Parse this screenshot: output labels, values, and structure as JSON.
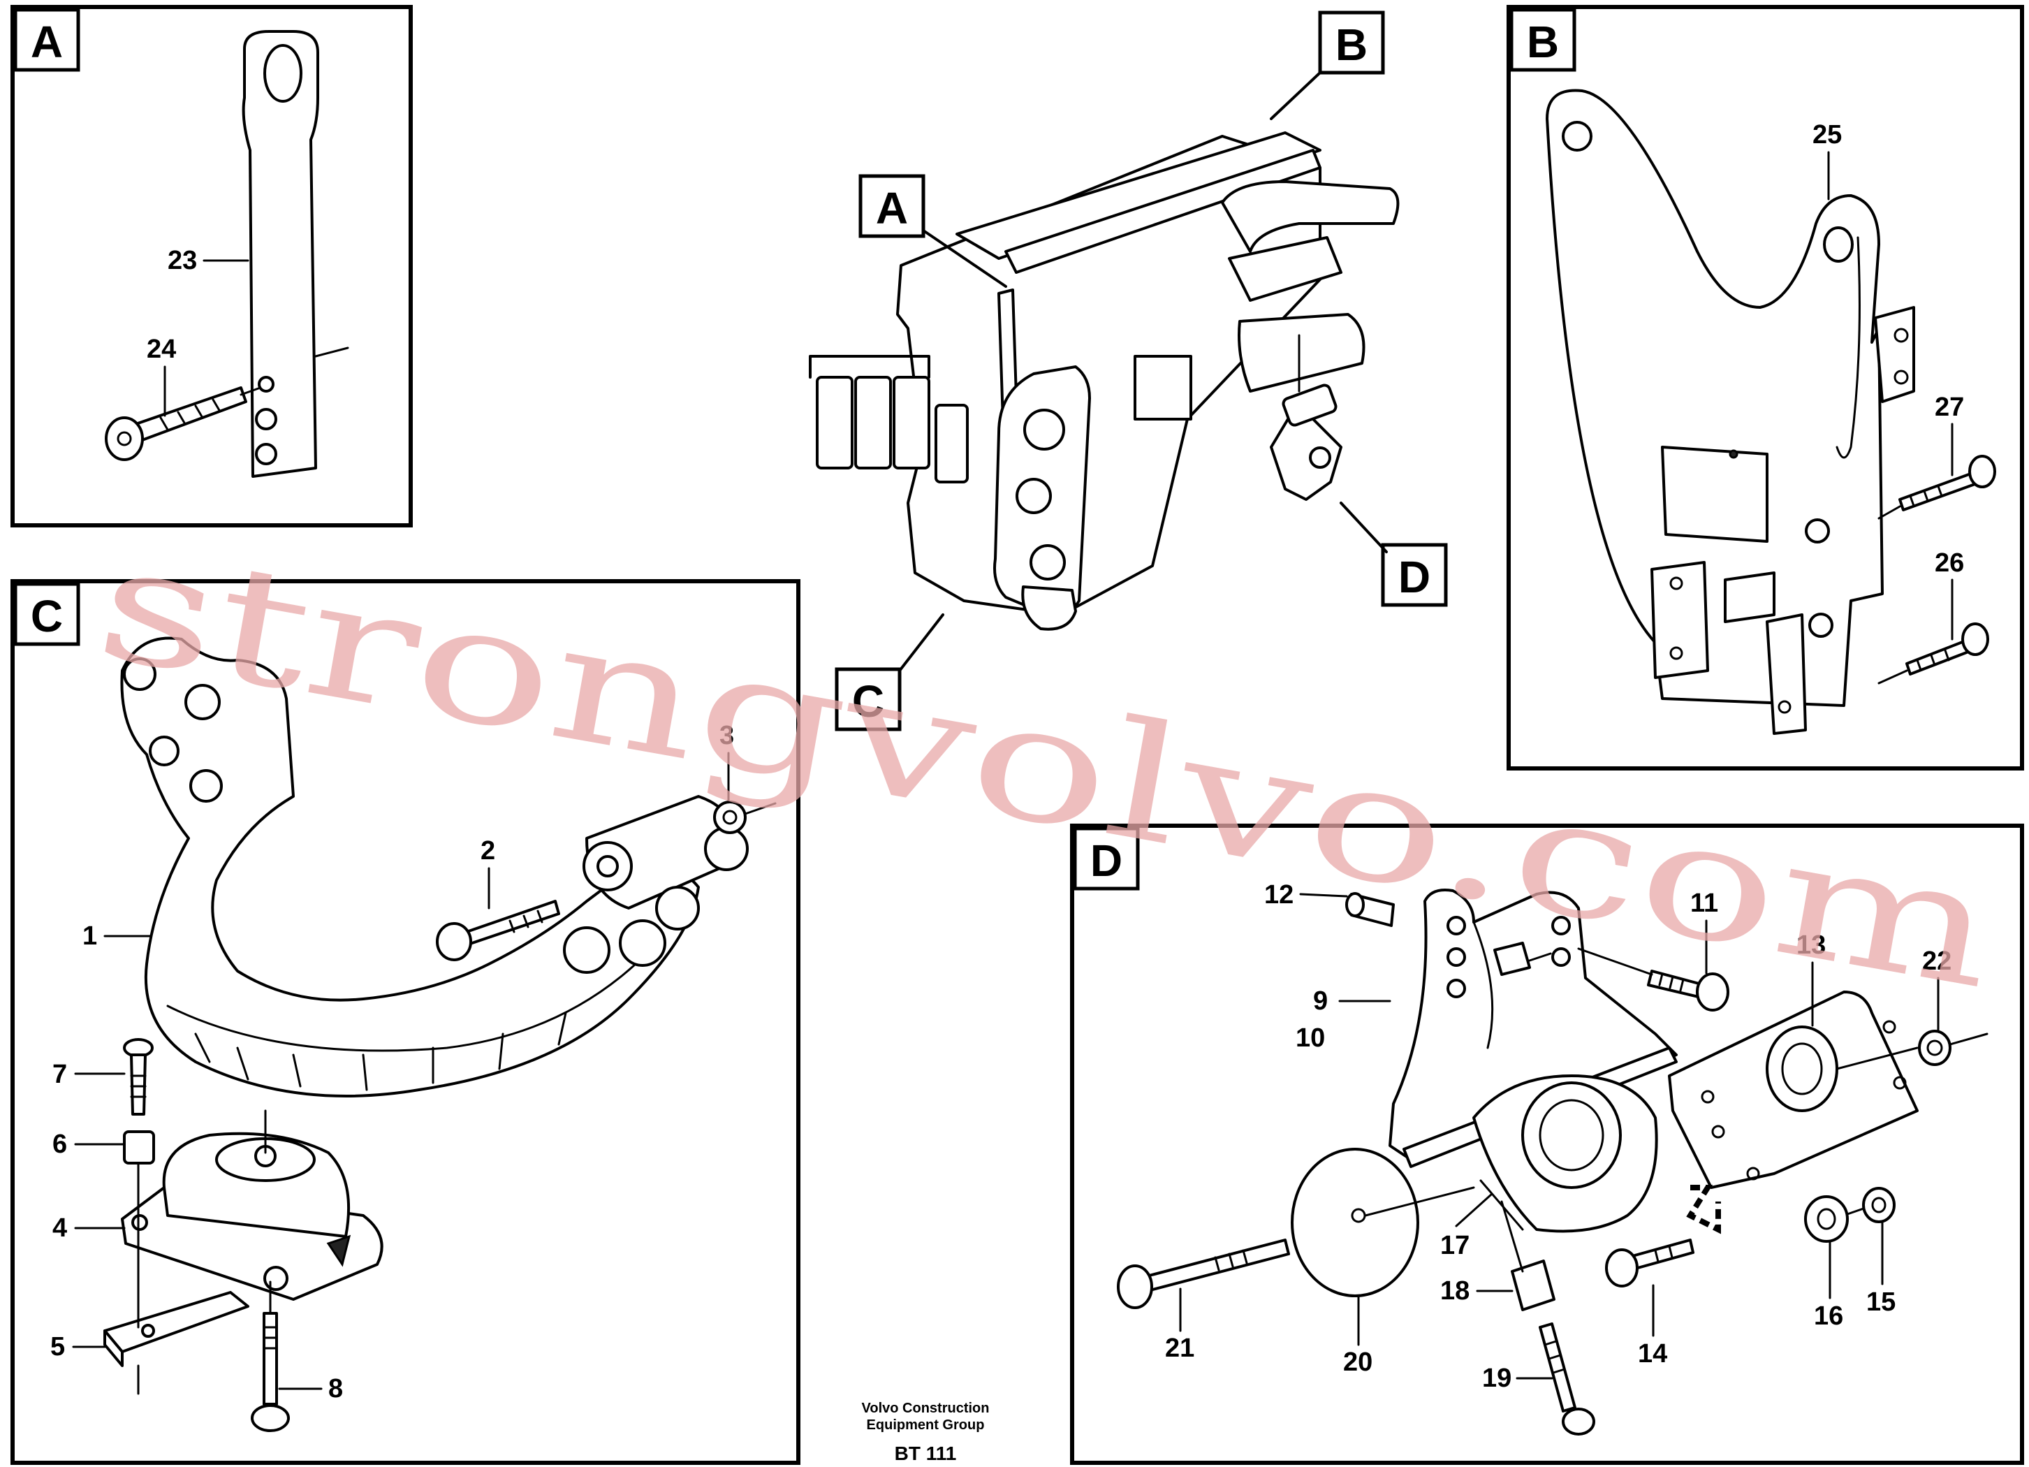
{
  "panels": {
    "A": {
      "label": "A",
      "callouts": [
        "23",
        "24"
      ]
    },
    "B": {
      "label": "B",
      "callouts": [
        "25",
        "27",
        "26"
      ]
    },
    "C": {
      "label": "C",
      "callouts": [
        "3",
        "2",
        "1",
        "7",
        "6",
        "4",
        "5",
        "8"
      ]
    },
    "D": {
      "label": "D",
      "callouts": [
        "12",
        "11",
        "13",
        "22",
        "9",
        "10",
        "17",
        "18",
        "19",
        "20",
        "21",
        "14",
        "16",
        "15"
      ]
    }
  },
  "overview": {
    "labels": [
      "A",
      "B",
      "C",
      "D"
    ]
  },
  "footer": {
    "line1": "Volvo Construction",
    "line2": "Equipment Group",
    "code": "BT 111"
  },
  "watermark": "strongvolvo.com"
}
